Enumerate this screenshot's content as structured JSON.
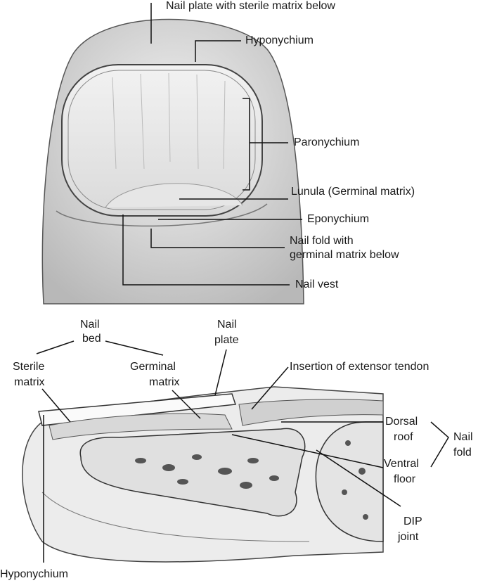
{
  "top_view": {
    "labels": {
      "nail_plate": "Nail plate with sterile matrix below",
      "hyponychium": "Hyponychium",
      "paronychium": "Paronychium",
      "lunula": "Lunula (Germinal matrix)",
      "eponychium": "Eponychium",
      "nail_fold_line1": "Nail fold with",
      "nail_fold_line2": "germinal matrix below",
      "nail_vest": "Nail vest"
    }
  },
  "section_view": {
    "labels": {
      "nail_bed_1": "Nail",
      "nail_bed_2": "bed",
      "sterile_1": "Sterile",
      "sterile_2": "matrix",
      "germinal_1": "Germinal",
      "germinal_2": "matrix",
      "nail_plate_1": "Nail",
      "nail_plate_2": "plate",
      "insertion": "Insertion of extensor tendon",
      "dorsal_1": "Dorsal",
      "dorsal_2": "roof",
      "ventral_1": "Ventral",
      "ventral_2": "floor",
      "nail_fold_1": "Nail",
      "nail_fold_2": "fold",
      "dip_1": "DIP",
      "dip_2": "joint",
      "hyponychium": "Hyponychium"
    }
  }
}
